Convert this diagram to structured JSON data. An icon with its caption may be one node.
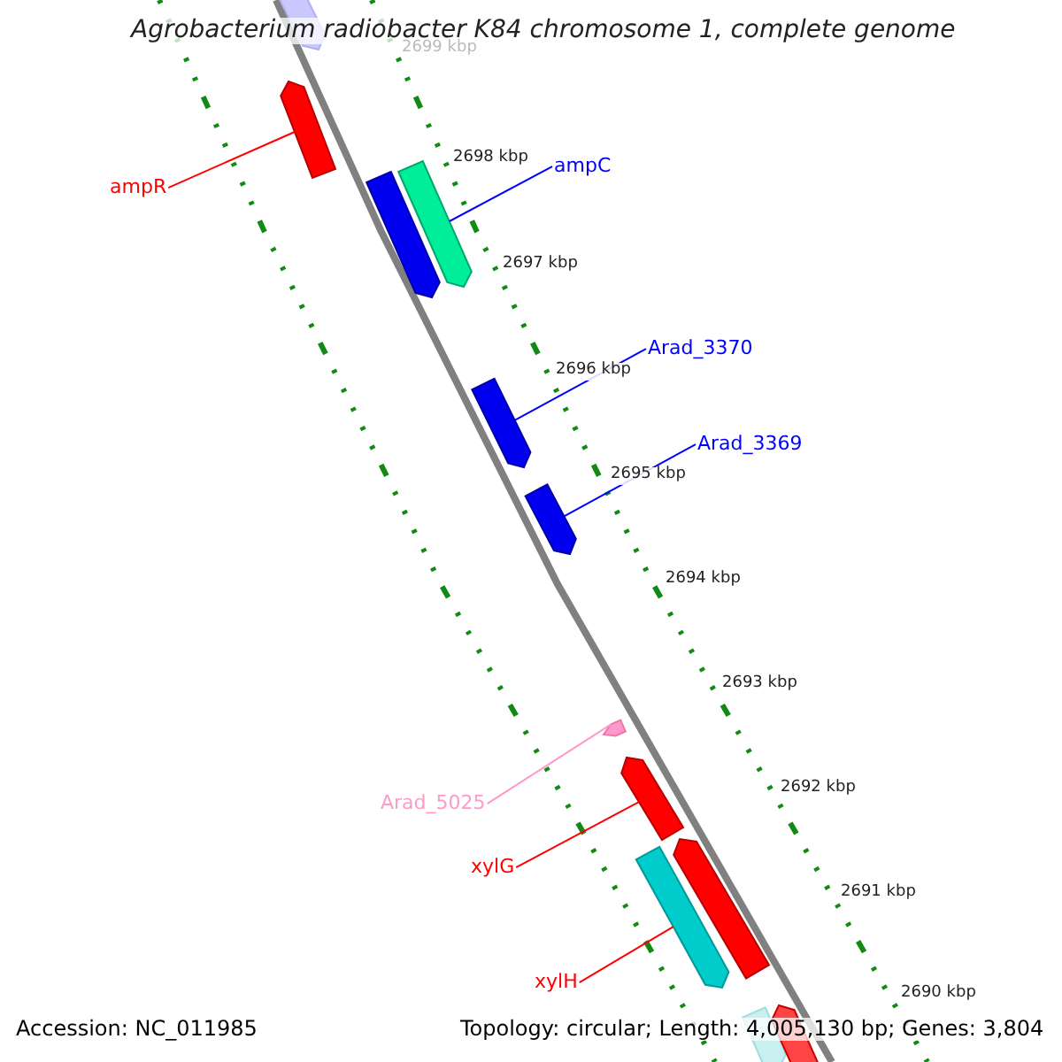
{
  "diagram": {
    "title": "Agrobacterium radiobacter K84 chromosome 1, complete genome",
    "nodes": [
      {
        "text": [
          "ampR"
        ]
      },
      {
        "text": [],
        "shape": "arrow"
      },
      {
        "text": [
          "ampC"
        ]
      },
      {
        "text": [],
        "shape": "arrow"
      },
      {
        "text": [
          "Arad_3370"
        ]
      },
      {
        "text": [],
        "shape": "arrow"
      },
      {
        "text": [
          "Arad_3369"
        ]
      },
      {
        "text": [],
        "shape": "arrow"
      },
      {
        "text": [
          "Arad_5025"
        ]
      },
      {
        "text": [],
        "shape": "arrow"
      },
      {
        "text": [
          "xylG"
        ]
      },
      {
        "text": [],
        "shape": "arrow"
      },
      {
        "text": [
          "xylH"
        ]
      },
      {
        "text": [],
        "shape": "arrow"
      },
      {
        "text": [],
        "shape": "arrow"
      },
      {
        "text": [],
        "shape": "arrow"
      },
      {
        "text": [],
        "shape": "arrow"
      },
      {
        "text": [],
        "shape": "arrow"
      },
      {
        "text": [],
        "shape": "arrow"
      }
    ],
    "edges": [
      {
        "from": 0,
        "to": 1,
        "arrow": "none"
      },
      {
        "from": 2,
        "to": 3,
        "arrow": "none",
        "color": "#0000ff"
      },
      {
        "from": 4,
        "to": 5,
        "arrow": "none",
        "color": "#0000ff"
      },
      {
        "from": 6,
        "to": 7,
        "arrow": "none",
        "color": "#0000ff"
      },
      {
        "from": 8,
        "to": 9,
        "arrow": "none",
        "color": "#ff99cc"
      },
      {
        "from": 10,
        "to": 11,
        "arrow": "none"
      },
      {
        "from": 12,
        "to": 13,
        "arrow": "none"
      }
    ],
    "labels": [
      "2699 kbp",
      "2698 kbp",
      "2697 kbp",
      "2696 kbp",
      "2695 kbp",
      "2694 kbp",
      "2693 kbp",
      "2692 kbp",
      "2691 kbp",
      "2690 kbp",
      "Accession: NC_011985",
      "Topology: circular; Length: 4,005,130 bp; Genes: 3,804"
    ]
  }
}
